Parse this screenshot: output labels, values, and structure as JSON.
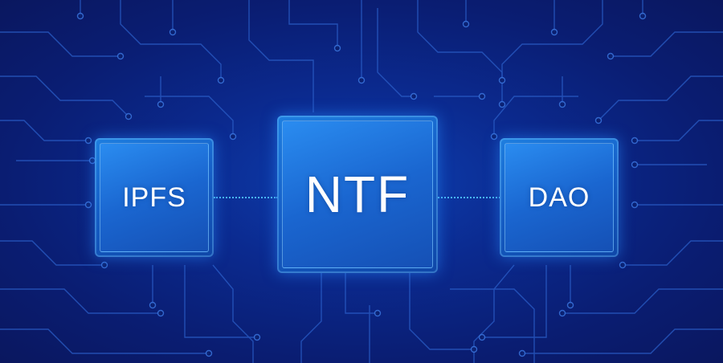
{
  "nodes": {
    "left": {
      "label": "IPFS"
    },
    "center": {
      "label": "NTF"
    },
    "right": {
      "label": "DAO"
    }
  },
  "colors": {
    "background": "#0a1f6e",
    "chip": "#1a66d0",
    "circuit": "#2b5fc9",
    "connector": "#49b6ff",
    "text": "#ffffff"
  }
}
